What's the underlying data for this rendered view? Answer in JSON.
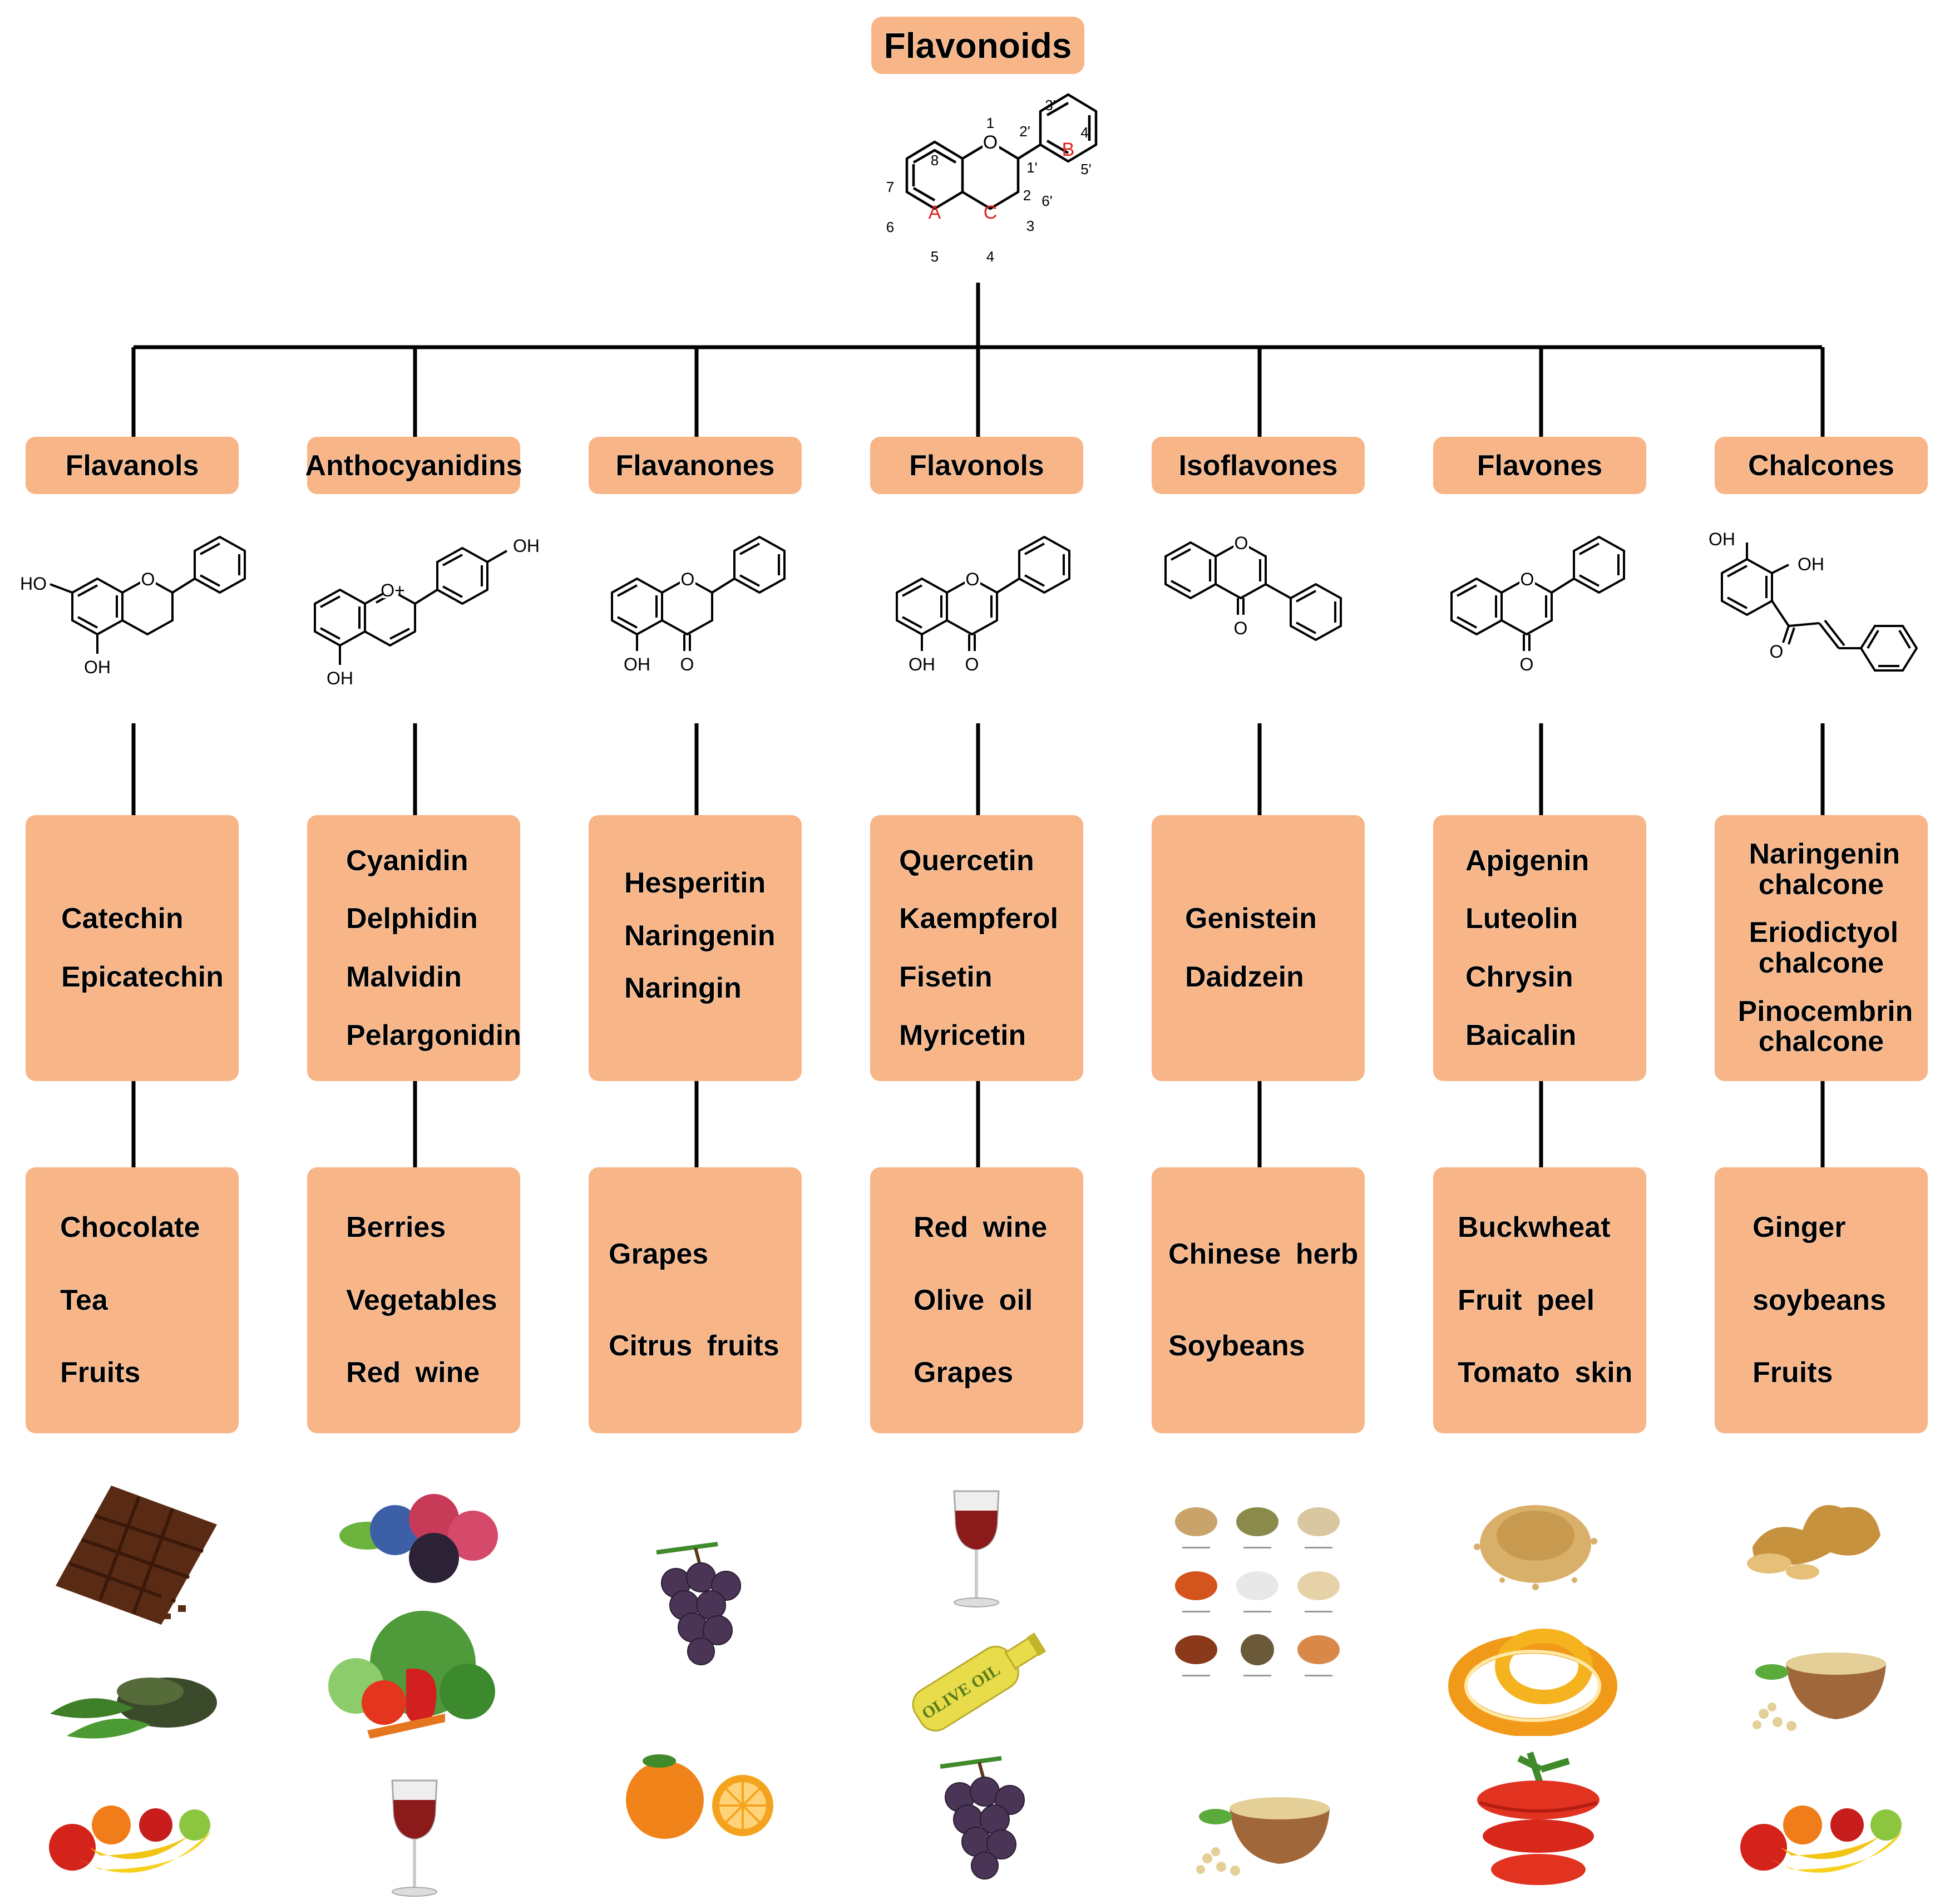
{
  "root": {
    "label": "Flavonoids",
    "structure": {
      "atoms": [
        "1",
        "2",
        "3",
        "4",
        "5",
        "6",
        "7",
        "8",
        "1'",
        "2'",
        "3'",
        "4'",
        "5'",
        "6'"
      ],
      "rings": [
        "A",
        "C",
        "B"
      ],
      "oxygen": "O"
    }
  },
  "colors": {
    "box_fill": "#f8b587",
    "line": "#000000",
    "ring_label": "#e0201b"
  },
  "classes": [
    {
      "name": "Flavanols",
      "structure_labels": [
        "HO",
        "O",
        "OH"
      ],
      "compounds": [
        "Catechin",
        "Epicatechin"
      ],
      "sources": [
        "Chocolate",
        "Tea",
        "Fruits"
      ],
      "images": [
        "chocolate-icon",
        "tea-leaves-icon",
        "fruits-icon"
      ]
    },
    {
      "name": "Anthocyanidins",
      "structure_labels": [
        "O+",
        "OH",
        "OH"
      ],
      "compounds": [
        "Cyanidin",
        "Delphidin",
        "Malvidin",
        "Pelargonidin"
      ],
      "sources": [
        "Berries",
        "Vegetables",
        "Red wine"
      ],
      "images": [
        "berries-icon",
        "vegetables-icon",
        "wine-glass-icon"
      ]
    },
    {
      "name": "Flavanones",
      "structure_labels": [
        "O",
        "OH",
        "O"
      ],
      "compounds": [
        "Hesperitin",
        "Naringenin",
        "Naringin"
      ],
      "sources": [
        "Grapes",
        "Citrus fruits"
      ],
      "images": [
        "grapes-icon",
        "orange-icon"
      ]
    },
    {
      "name": "Flavonols",
      "structure_labels": [
        "O",
        "OH",
        "O"
      ],
      "compounds": [
        "Quercetin",
        "Kaempferol",
        "Fisetin",
        "Myricetin"
      ],
      "sources": [
        "Red wine",
        "Olive oil",
        "Grapes"
      ],
      "images": [
        "wine-glass-icon",
        "olive-oil-bottle-icon",
        "grapes-icon"
      ],
      "bottle_text": "OLIVE OIL"
    },
    {
      "name": "Isoflavones",
      "structure_labels": [
        "O",
        "O"
      ],
      "compounds": [
        "Genistein",
        "Daidzein"
      ],
      "sources": [
        "Chinese herb",
        "Soybeans"
      ],
      "images": [
        "herb-grid-icon",
        "soybean-bowl-icon"
      ]
    },
    {
      "name": "Flavones",
      "structure_labels": [
        "O",
        "O"
      ],
      "compounds": [
        "Apigenin",
        "Luteolin",
        "Chrysin",
        "Baicalin"
      ],
      "sources": [
        "Buckwheat",
        "Fruit peel",
        "Tomato skin"
      ],
      "images": [
        "buckwheat-icon",
        "orange-peel-icon",
        "tomato-skin-icon"
      ]
    },
    {
      "name": "Chalcones",
      "structure_labels": [
        "OH",
        "OH",
        "O"
      ],
      "compounds": [
        "Naringenin chalcone",
        "Eriodictyol chalcone",
        "Pinocembrin chalcone"
      ],
      "sources": [
        "Ginger",
        "soybeans",
        "Fruits"
      ],
      "images": [
        "ginger-icon",
        "soybean-bowl-icon",
        "fruits-icon"
      ]
    }
  ]
}
